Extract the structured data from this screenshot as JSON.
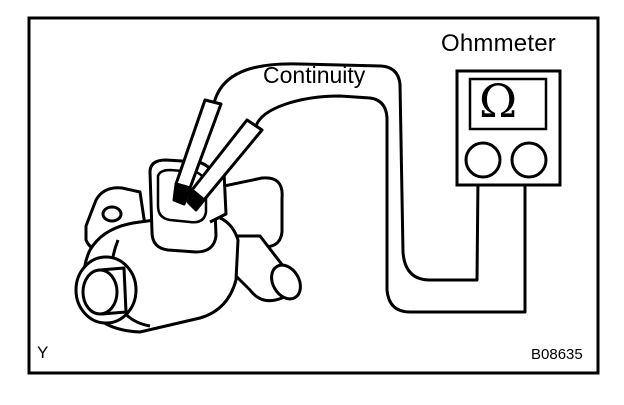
{
  "labels": {
    "meter_name": "Ohmmeter",
    "test_name": "Continuity",
    "unit_symbol": "Ω",
    "corner_mark": "Y",
    "figure_code": "B08635"
  },
  "icons": [
    "ohmmeter-icon",
    "solenoid-valve-icon",
    "test-probe-icon",
    "probe-lead-wire"
  ],
  "colors": {
    "ink": "#000000",
    "paper": "#ffffff"
  }
}
